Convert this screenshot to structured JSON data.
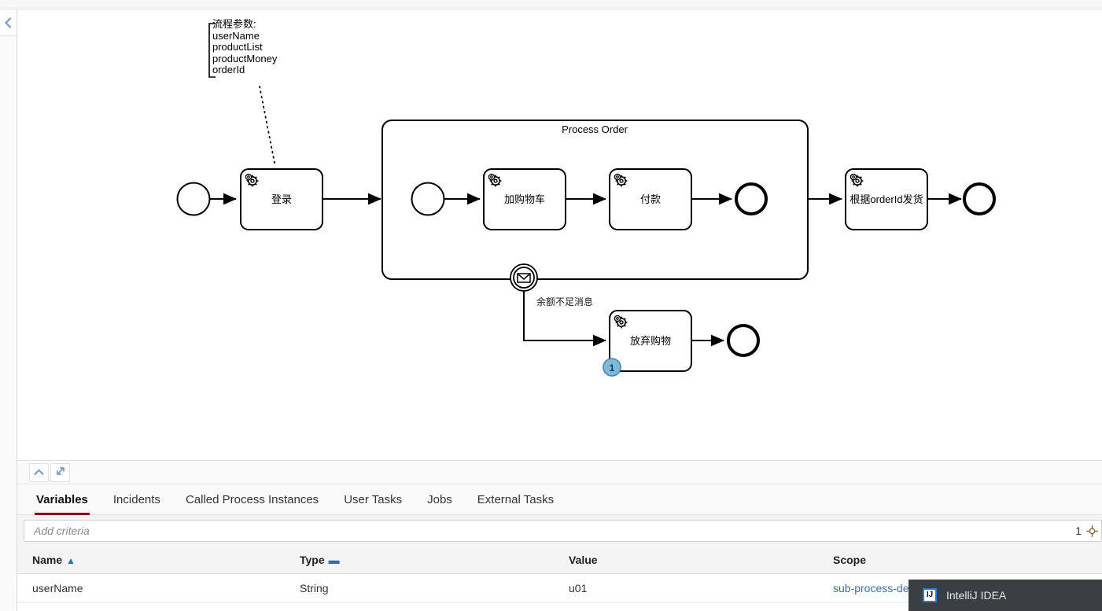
{
  "app": {
    "left_rail": {
      "collapse_icon": "chevron-left-icon"
    }
  },
  "diagram": {
    "annotation": {
      "lines": [
        "流程参数:",
        "userName",
        "productList",
        "productMoney",
        "orderId"
      ]
    },
    "subprocess_title": "Process Order",
    "tasks": [
      {
        "id": "login",
        "label": "登录",
        "marker": "service-task-gear-icon"
      },
      {
        "id": "add-to-cart",
        "label": "加购物车",
        "marker": "service-task-gear-icon"
      },
      {
        "id": "pay",
        "label": "付款",
        "marker": "service-task-gear-icon"
      },
      {
        "id": "abandon-cart",
        "label": "放弃购物",
        "marker": "service-task-gear-icon",
        "badge": "1"
      },
      {
        "id": "ship-by-orderid",
        "label": "根据orderId发货",
        "marker": "service-task-gear-icon"
      }
    ],
    "boundary_event": {
      "type": "message-event-icon",
      "flow_label": "余额不足消息"
    },
    "events": [
      {
        "id": "start-event-main",
        "type": "start-event"
      },
      {
        "id": "start-event-sub",
        "type": "start-event"
      },
      {
        "id": "end-event-sub",
        "type": "end-event"
      },
      {
        "id": "end-event-main",
        "type": "end-event"
      },
      {
        "id": "end-event-abandon",
        "type": "end-event"
      }
    ]
  },
  "panel": {
    "toolbar": {
      "collapse_icon": "chevron-up-icon",
      "expand_icon": "expand-diagonal-icon"
    },
    "tabs": [
      {
        "label": "Variables",
        "active": true
      },
      {
        "label": "Incidents",
        "active": false
      },
      {
        "label": "Called Process Instances",
        "active": false
      },
      {
        "label": "User Tasks",
        "active": false
      },
      {
        "label": "Jobs",
        "active": false
      },
      {
        "label": "External Tasks",
        "active": false
      }
    ],
    "search": {
      "placeholder": "Add criteria",
      "value": "",
      "count": "1",
      "icon": "settings-icon"
    },
    "table": {
      "columns": [
        {
          "label": "Name",
          "sort": "asc"
        },
        {
          "label": "Type",
          "sort": "none"
        },
        {
          "label": "Value",
          "sort": ""
        },
        {
          "label": "Scope",
          "sort": ""
        }
      ],
      "rows": [
        {
          "name": "userName",
          "type": "String",
          "value": "u01",
          "scope": "sub-process-de"
        }
      ]
    }
  },
  "taskbar": {
    "app_name": "IntelliJ IDEA",
    "icon_text": "IJ",
    "icon": "intellij-idea-icon"
  },
  "colors": {
    "accent_red": "#8b0f1d",
    "link_blue": "#3a6fb0",
    "badge_blue": "#7db9d8",
    "panel_bg": "#f4f4f4"
  }
}
